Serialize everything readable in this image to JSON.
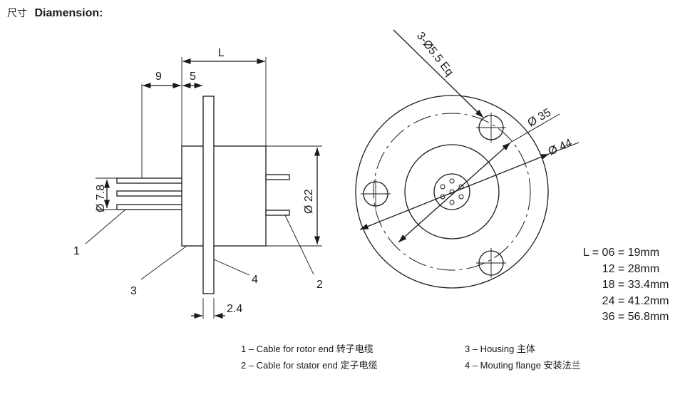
{
  "header": {
    "title_cn": "尺寸",
    "title_en": "Diamension:"
  },
  "side_view": {
    "dim_L": "L",
    "dim_9": "9",
    "dim_5": "5",
    "dim_7_8": "Ø 7.8",
    "dim_22": "Ø 22",
    "dim_2_4": "2.4",
    "callout_1": "1",
    "callout_2": "2",
    "callout_3": "3",
    "callout_4": "4"
  },
  "front_view": {
    "hole_spec": "3-Ø5.5 Eq",
    "dim_35": "Ø 35",
    "dim_44": "Ø 44"
  },
  "length_table": [
    "L = 06 = 19mm",
    "      12 = 28mm",
    "      18 = 33.4mm",
    "      24 = 41.2mm",
    "      36 = 56.8mm"
  ],
  "legend": {
    "left": [
      "1  –  Cable for rotor end 转子电缆",
      "2  –  Cable for stator end 定子电缆"
    ],
    "right": [
      "3  –  Housing 主体",
      "4  –  Mouting flange 安装法兰"
    ]
  }
}
